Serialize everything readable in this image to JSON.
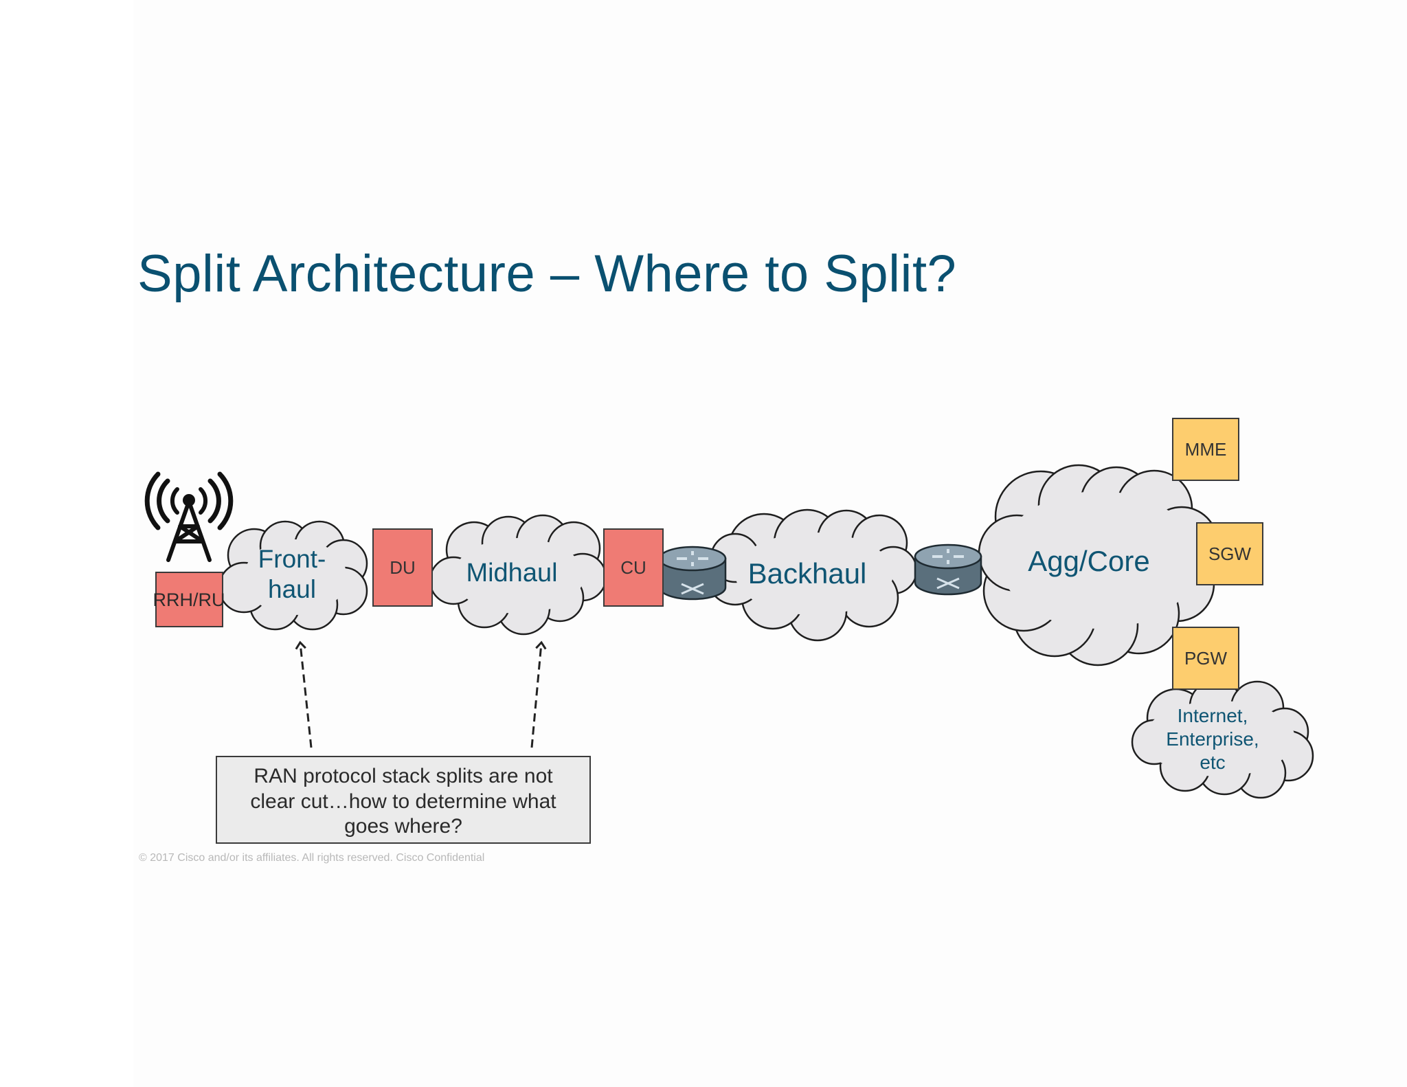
{
  "slide": {
    "title": "Split Architecture – Where to Split?",
    "footer": "© 2017  Cisco and/or its affiliates. All rights reserved.   Cisco Confidential"
  },
  "diagram": {
    "nodes": {
      "rrh_ru": "RRH/RU",
      "du": "DU",
      "cu": "CU",
      "mme": "MME",
      "sgw": "SGW",
      "pgw": "PGW"
    },
    "clouds": {
      "fronthaul_line1": "Front-",
      "fronthaul_line2": "haul",
      "midhaul": "Midhaul",
      "backhaul": "Backhaul",
      "aggcore": "Agg/Core",
      "internet_line1": "Internet,",
      "internet_line2": "Enterprise,",
      "internet_line3": "etc"
    },
    "note": {
      "line1": "RAN protocol stack splits are not",
      "line2": "clear cut…how to determine what",
      "line3": "goes where?"
    },
    "icons": [
      "cell-tower-icon",
      "router-icon",
      "router-icon"
    ],
    "colors": {
      "ran_box": "#ef7b74",
      "core_box": "#fdcd6e",
      "cloud": "#e8e7e9",
      "title": "#0a5070",
      "cloud_text": "#0f5573"
    }
  }
}
